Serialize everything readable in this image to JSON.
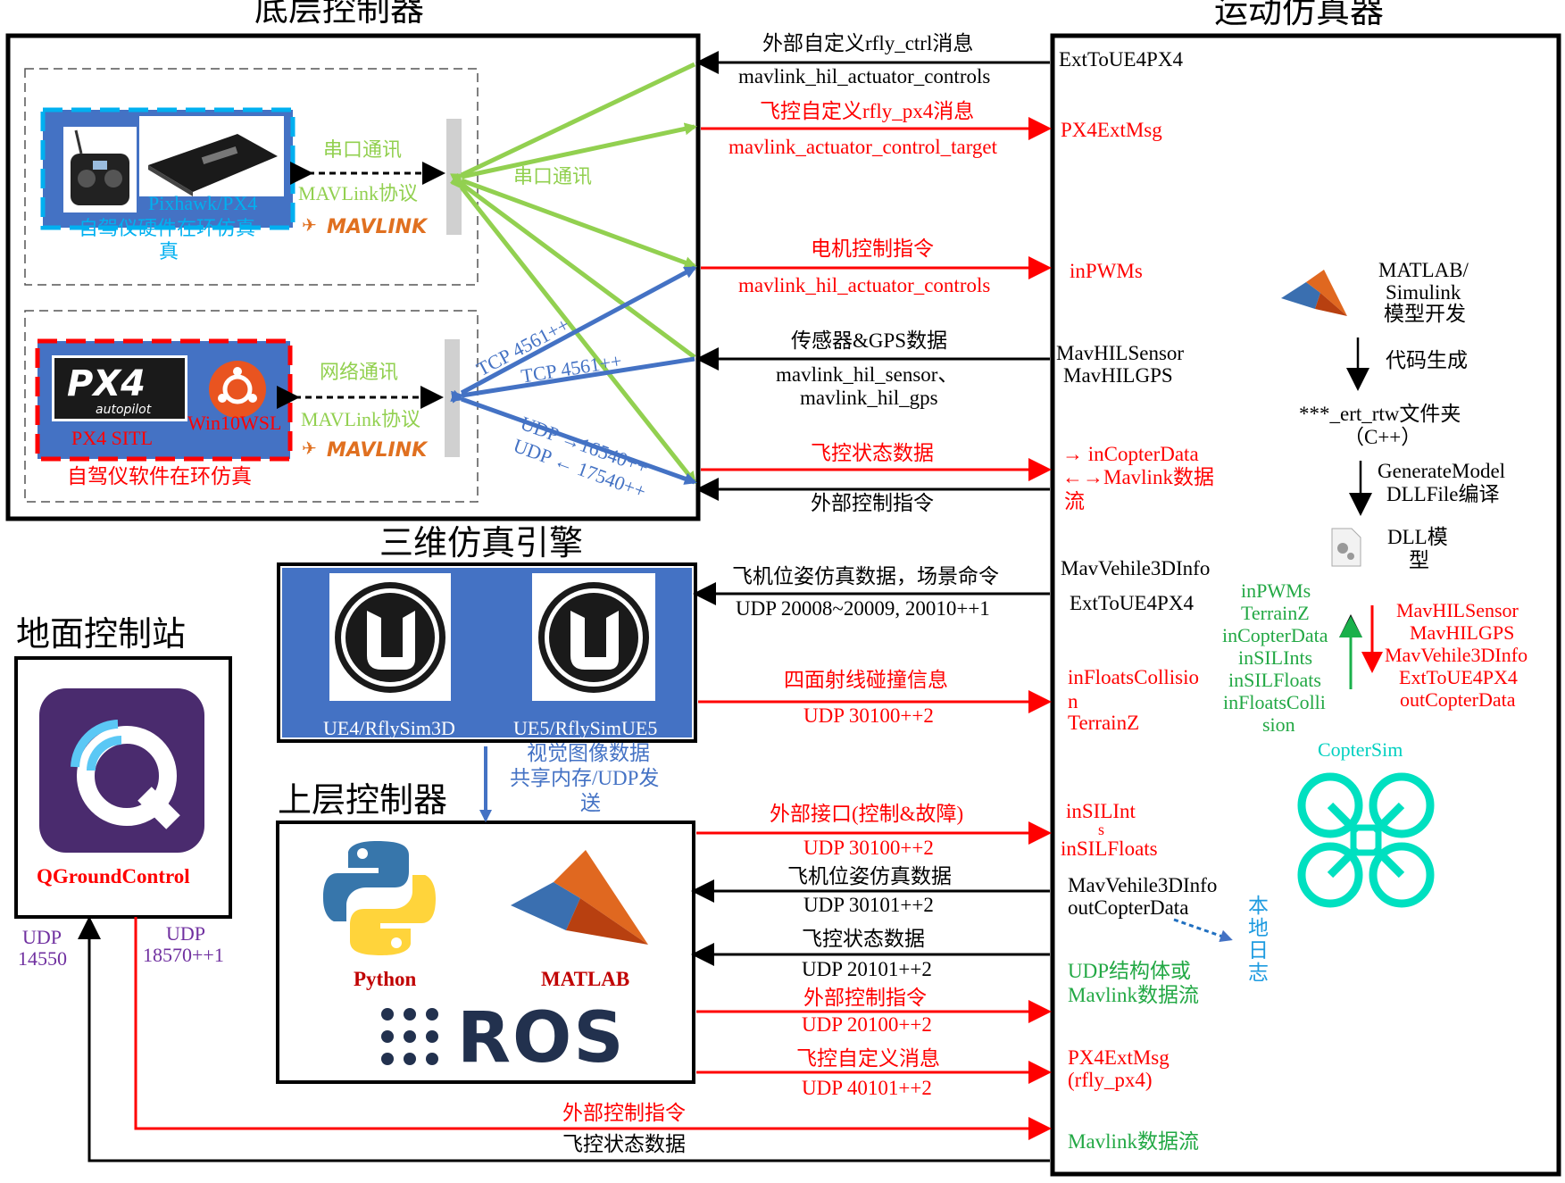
{
  "titles": {
    "low_level": "底层控制器",
    "motion_sim": "运动仿真器",
    "engine_3d": "三维仿真引擎",
    "ground_station": "地面控制站",
    "upper_level": "上层控制器"
  },
  "hil": {
    "board_label": "Pixhawk/PX4",
    "caption": "自驾仪硬件在环仿真",
    "serial": "串口通讯",
    "protocol": "MAVLink协议",
    "serial2": "串口通讯"
  },
  "sitl": {
    "px4_logo": "PX4",
    "px4_sub": "autopilot",
    "px4_label": "PX4 SITL",
    "wsl": "Win10WSL",
    "network": "网络通讯",
    "protocol": "MAVLink协议",
    "caption": "自驾仪软件在环仿真",
    "tcp1": "TCP 4561++",
    "tcp2": "TCP 4561++",
    "udp1": "UDP →16540++",
    "udp2": "UDP ← 17540++"
  },
  "mavlink_logo": "MAVLINK",
  "links_low": [
    {
      "top": "外部自定义rfly_ctrl消息",
      "bottom": "mavlink_hil_actuator_controls"
    },
    {
      "top": "飞控自定义rfly_px4消息",
      "bottom": "mavlink_actuator_control_target"
    },
    {
      "top": "电机控制指令",
      "bottom": "mavlink_hil_actuator_controls"
    },
    {
      "top": "传感器&GPS数据",
      "bottom": "mavlink_hil_sensor、",
      "bottom2": "mavlink_hil_gps"
    },
    {
      "top": "飞控状态数据",
      "bottom": "外部控制指令"
    }
  ],
  "sim_ports": {
    "ext_to_ue4": "ExtToUE4PX4",
    "px4_ext_msg": "PX4ExtMsg",
    "in_pwms": "inPWMs",
    "hil_sensor": "MavHILSensor",
    "hil_gps": "MavHILGPS",
    "copter_data": "→ inCopterData",
    "mavlink_stream": "←→Mavlink数据",
    "mavlink_stream2": "流",
    "vehicle_3d": "MavVehile3DInfo",
    "ext_to_ue4_2": "ExtToUE4PX4",
    "in_floats_col": "inFloatsCollisio",
    "in_floats_col2": "n",
    "terrain": "TerrainZ",
    "in_sil_int": "inSILInt",
    "in_sil_int2": "s",
    "in_sil_floats": "inSILFloats",
    "vehicle_3d_2": "MavVehile3DInfo",
    "out_copter": "outCopterData",
    "udp_struct": "UDP结构体或",
    "udp_struct2": "Mavlink数据流",
    "px4_ext_msg2": "PX4ExtMsg",
    "rfly_px4": "(rfly_px4)",
    "mavlink_stream3": "Mavlink数据流"
  },
  "matlab_flow": {
    "model_dev1": "MATLAB/",
    "model_dev2": "Simulink",
    "model_dev3": "模型开发",
    "codegen": "代码生成",
    "ert1": "***_ert_rtw文件夹",
    "ert2": "（C++）",
    "gen1": "GenerateModel",
    "gen2": "DLLFile编译",
    "dll1": "DLL模",
    "dll2": "型"
  },
  "inputs_green": [
    "inPWMs",
    "TerrainZ",
    "inCopterData",
    "inSILInts",
    "inSILFloats",
    "inFloatsColli",
    "sion"
  ],
  "outputs_red": [
    "MavHILSensor",
    "MavHILGPS",
    "MavVehile3DInfo",
    "ExtToUE4PX4",
    "outCopterData"
  ],
  "coptersim": "CopterSim",
  "local_log": [
    "本",
    "地",
    "日",
    "志"
  ],
  "engine": {
    "ue4": "UE4/RflySim3D",
    "ue5": "UE5/RflySimUE5",
    "vision1": "视觉图像数据",
    "vision2": "共享内存/UDP发",
    "vision3": "送"
  },
  "links_engine": [
    {
      "top": "飞机位姿仿真数据，场景命令",
      "bottom": "UDP 20008~20009, 20010++1"
    },
    {
      "top": "四面射线碰撞信息",
      "bottom": "UDP 30100++2"
    }
  ],
  "upper": {
    "python": "Python",
    "matlab": "MATLAB",
    "ros": "ROS"
  },
  "links_upper": [
    {
      "top": "外部接口(控制&故障)",
      "bottom": "UDP 30100++2"
    },
    {
      "top": "飞机位姿仿真数据",
      "bottom": "UDP 30101++2"
    },
    {
      "top": "飞控状态数据",
      "bottom": "UDP 20101++2"
    },
    {
      "top": "外部控制指令",
      "bottom": "UDP 20100++2"
    },
    {
      "top": "飞控自定义消息",
      "bottom": "UDP 40101++2"
    }
  ],
  "gcs": {
    "name": "QGroundControl",
    "udp_a1": "UDP",
    "udp_a2": "14550",
    "udp_b1": "UDP",
    "udp_b2": "18570++1",
    "cmd": "外部控制指令",
    "status": "飞控状态数据"
  },
  "colors": {
    "red": "#ff0000",
    "green_arrow": "#92d050",
    "blue_arrow": "#4472c4",
    "panel_blue": "#4472c4",
    "qgc_purple": "#4a2b6e"
  }
}
